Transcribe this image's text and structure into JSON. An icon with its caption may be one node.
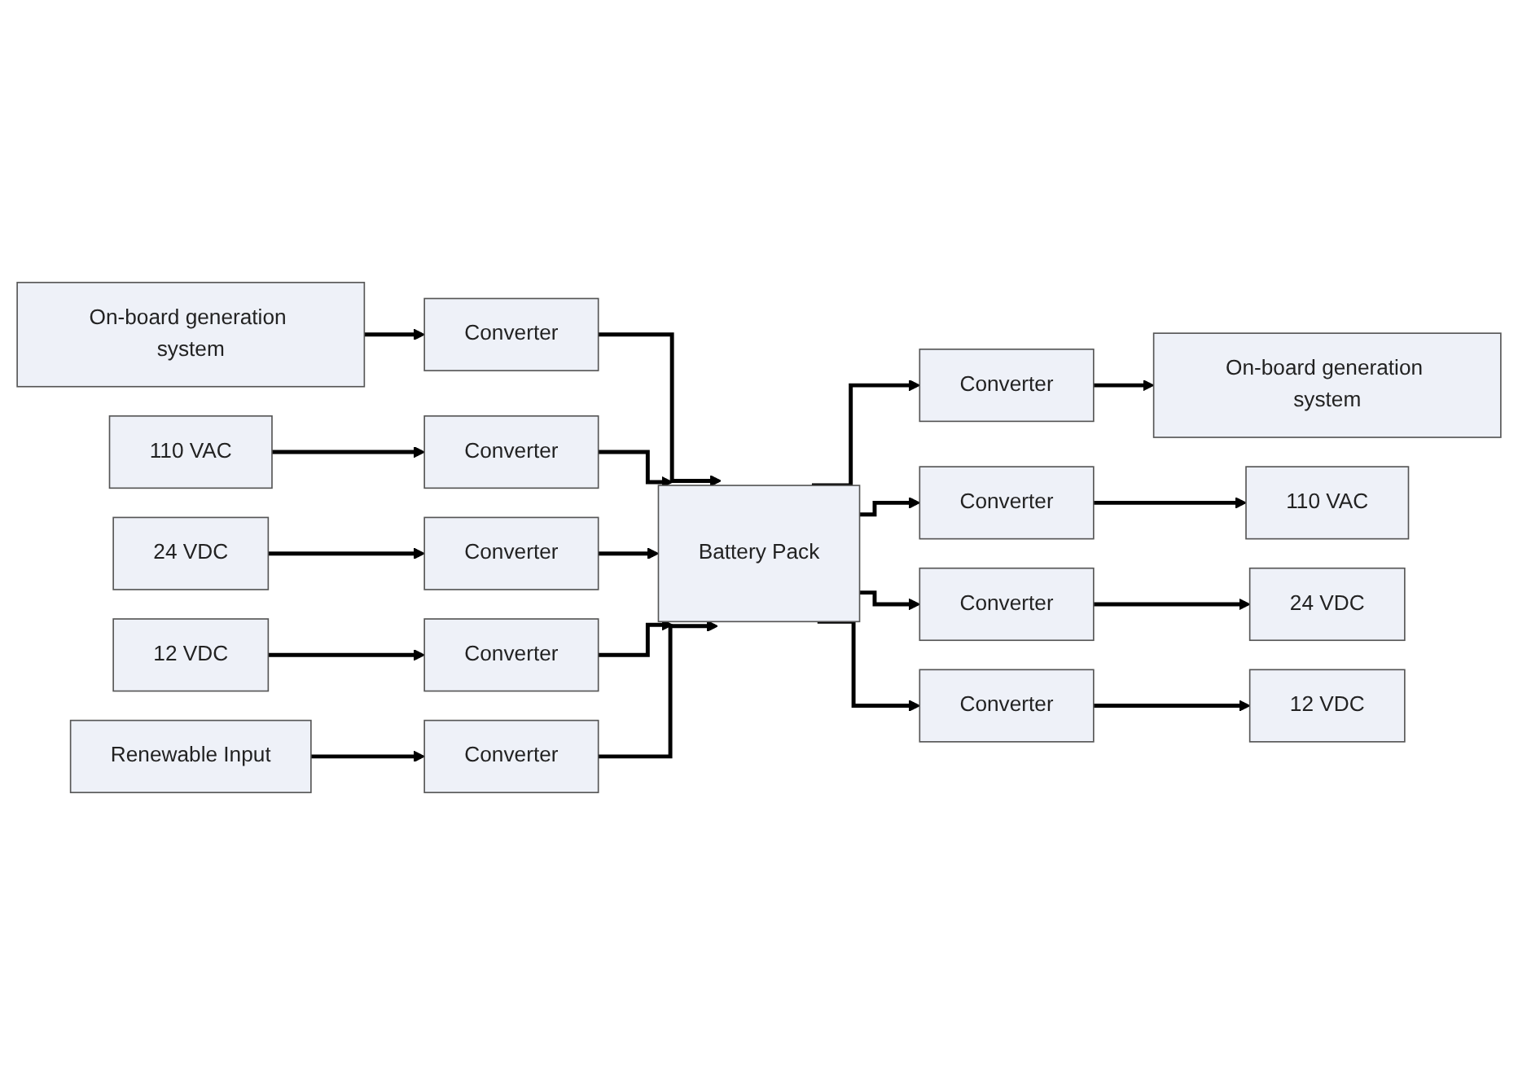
{
  "diagram": {
    "nodes": [
      {
        "text": [
          "On-board generation system"
        ]
      },
      {
        "text": [
          "110 VAC"
        ]
      },
      {
        "text": [
          "24 VDC"
        ]
      },
      {
        "text": [
          "12 VDC"
        ]
      },
      {
        "text": [
          "Renewable Input"
        ]
      },
      {
        "text": [
          "Converter"
        ]
      },
      {
        "text": [
          "Converter"
        ]
      },
      {
        "text": [
          "Converter"
        ]
      },
      {
        "text": [
          "Converter"
        ]
      },
      {
        "text": [
          "Converter"
        ]
      },
      {
        "text": [
          "Battery Pack"
        ]
      },
      {
        "text": [
          "Converter"
        ]
      },
      {
        "text": [
          "Converter"
        ]
      },
      {
        "text": [
          "Converter"
        ]
      },
      {
        "text": [
          "Converter"
        ]
      },
      {
        "text": [
          "On-board generation system"
        ]
      },
      {
        "text": [
          "110 VAC"
        ]
      },
      {
        "text": [
          "24 VDC"
        ]
      },
      {
        "text": [
          "12 VDC"
        ]
      }
    ],
    "edges": [
      {
        "from": 0,
        "to": 5,
        "arrow": "to"
      },
      {
        "from": 1,
        "to": 6,
        "arrow": "to"
      },
      {
        "from": 2,
        "to": 7,
        "arrow": "to"
      },
      {
        "from": 3,
        "to": 8,
        "arrow": "to"
      },
      {
        "from": 4,
        "to": 9,
        "arrow": "to"
      },
      {
        "from": 5,
        "to": 10,
        "arrow": "to"
      },
      {
        "from": 6,
        "to": 10,
        "arrow": "to"
      },
      {
        "from": 7,
        "to": 10,
        "arrow": "to"
      },
      {
        "from": 8,
        "to": 10,
        "arrow": "to"
      },
      {
        "from": 9,
        "to": 10,
        "arrow": "to"
      },
      {
        "from": 10,
        "to": 11,
        "arrow": "to"
      },
      {
        "from": 10,
        "to": 12,
        "arrow": "to"
      },
      {
        "from": 10,
        "to": 13,
        "arrow": "to"
      },
      {
        "from": 10,
        "to": 14,
        "arrow": "to"
      },
      {
        "from": 11,
        "to": 15,
        "arrow": "to"
      },
      {
        "from": 12,
        "to": 16,
        "arrow": "to"
      },
      {
        "from": 13,
        "to": 17,
        "arrow": "to"
      },
      {
        "from": 14,
        "to": 18,
        "arrow": "to"
      }
    ]
  }
}
